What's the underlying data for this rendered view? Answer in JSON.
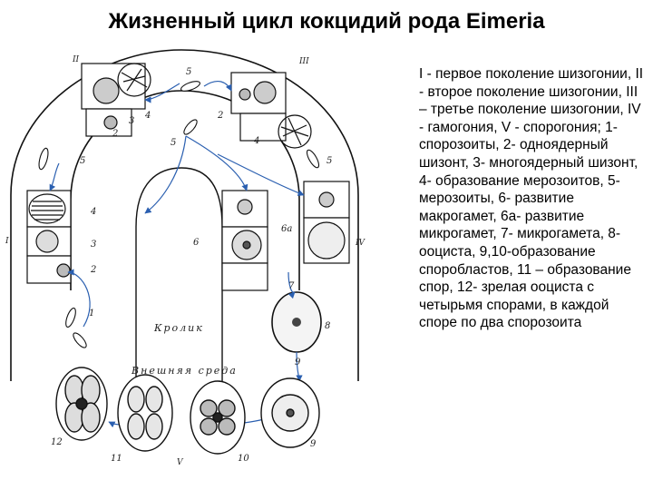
{
  "title": "Жизненный цикл кокцидий рода Eimeria",
  "legend": "I - первое поколение шизогонии, II - второе поколение шизогонии, III – третье поколение шизогонии, IV - гамогония, V - спорогония; 1- спорозоиты, 2- одноядерный шизонт, 3- многоядерный шизонт, 4- образование мерозоитов, 5-мерозоиты, 6- развитие макрогамет, 6а- развитие микрогамет, 7- микрогамета, 8-ооциста, 9,10-образование споробластов, 11 – образование спор, 12- зрелая ооциста с четырьмя спорами, в каждой споре по два спорозоита",
  "diagram": {
    "region_host": "Кролик",
    "region_environment": "Внешняя среда",
    "roman": {
      "I": "I",
      "II": "II",
      "III": "III",
      "IV": "IV",
      "V": "V"
    },
    "numbers": {
      "n1": "1",
      "n2a": "2",
      "n2b": "2",
      "n2c": "2",
      "n3a": "3",
      "n3b": "3",
      "n4a": "4",
      "n4b": "4",
      "n4c": "4",
      "n5a": "5",
      "n5b": "5",
      "n5c": "5",
      "n5d": "5",
      "n6": "6",
      "n6a": "6а",
      "n7": "7",
      "n8": "8",
      "n9a": "9",
      "n9b": "9",
      "n10": "10",
      "n11": "11",
      "n12": "12"
    }
  }
}
